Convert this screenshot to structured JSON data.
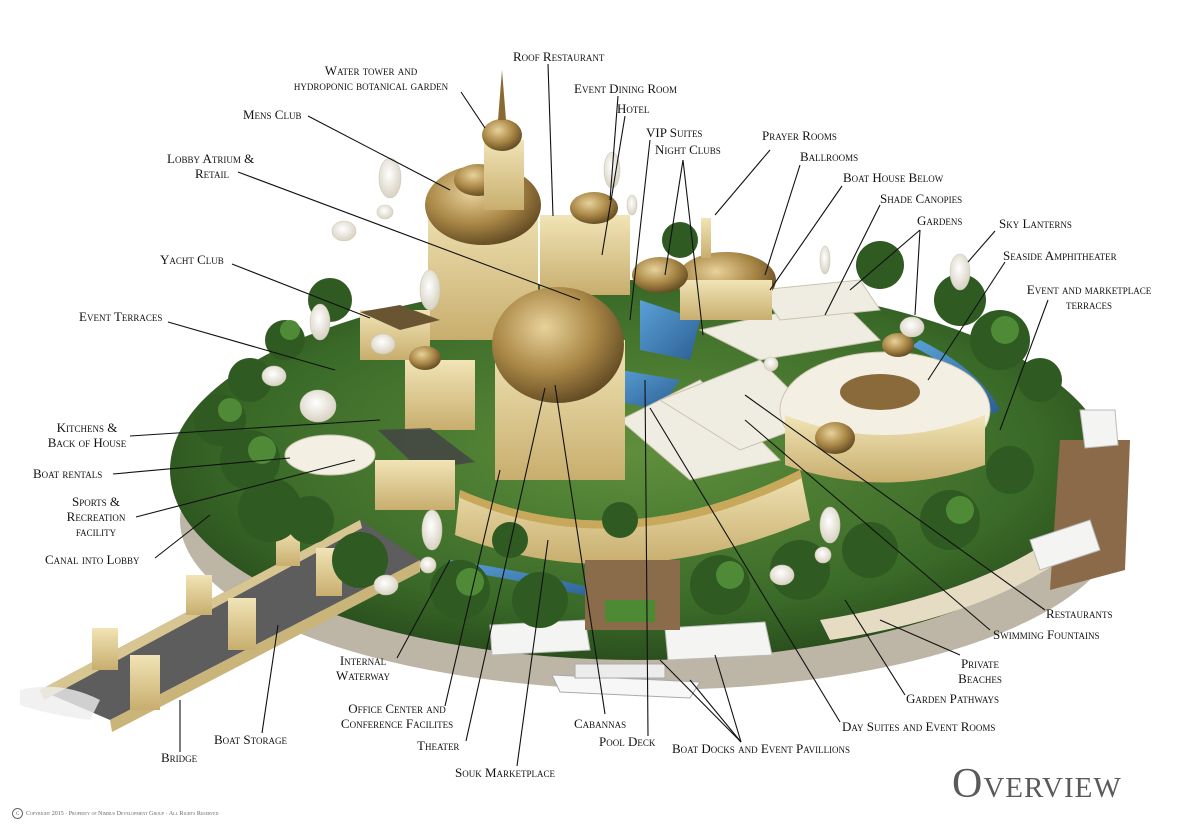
{
  "title": "Overview",
  "copyright": "Copyright 2015 · Property of Nimbus Development Group · All Rights Reserved",
  "labels": {
    "roof_restaurant": "Roof Restaurant",
    "water_tower_1": "Water tower and",
    "water_tower_2": "hydroponic botanical garden",
    "event_dining_room": "Event Dining Room",
    "hotel": "Hotel",
    "mens_club": "Mens Club",
    "vip_suites": "VIP Suites",
    "night_clubs": "Night Clubs",
    "prayer_rooms": "Prayer Rooms",
    "lobby_atrium_1": "Lobby Atrium &",
    "lobby_atrium_2": "Retail",
    "ballrooms": "Ballrooms",
    "boat_house_below": "Boat House Below",
    "shade_canopies": "Shade Canopies",
    "gardens": "Gardens",
    "sky_lanterns": "Sky Lanterns",
    "yacht_club": "Yacht Club",
    "seaside_amphitheater": "Seaside Amphitheater",
    "event_marketplace_1": "Event and marketplace",
    "event_marketplace_2": "terraces",
    "event_terraces": "Event Terraces",
    "kitchens_1": "Kitchens &",
    "kitchens_2": "Back of House",
    "boat_rentals": "Boat rentals",
    "sports_1": "Sports &",
    "sports_2": "Recreation",
    "sports_3": "facility",
    "canal_into_lobby": "Canal into Lobby",
    "restaurants": "Restaurants",
    "swimming_fountains": "Swimming Fountains",
    "internal_waterway_1": "Internal",
    "internal_waterway_2": "Waterway",
    "private_beaches_1": "Private",
    "private_beaches_2": "Beaches",
    "garden_pathways": "Garden Pathways",
    "office_center_1": "Office Center and",
    "office_center_2": "Conference Facilites",
    "day_suites": "Day Suites and Event Rooms",
    "cabannas": "Cabannas",
    "pool_deck": "Pool Deck",
    "boat_docks": "Boat Docks and Event Pavillions",
    "boat_storage": "Boat Storage",
    "theater": "Theater",
    "bridge": "Bridge",
    "souk_marketplace": "Souk Marketplace"
  },
  "colors": {
    "sand": "#d9c48a",
    "stone": "#e6d7a5",
    "gold_dome": "#9a7a3e",
    "foliage": "#2f5a22",
    "foliage_light": "#4f8a36",
    "water": "#3d7fb8",
    "rock": "#b9b2a4",
    "leader": "#111111"
  }
}
